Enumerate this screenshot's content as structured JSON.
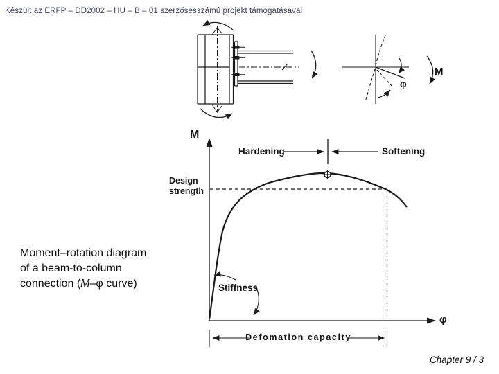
{
  "header": {
    "text": "Készült az ERFP – DD2002 – HU – B – 01 szerzősésszámú projekt támogatásával"
  },
  "sketch": {
    "moment_label": "M",
    "phi_label": "φ"
  },
  "diagram": {
    "y_axis_label": "M",
    "x_axis_label": "φ",
    "hardening_label": "Hardening",
    "softening_label": "Softening",
    "design_strength_label": "Design\nstrength",
    "stiffness_label": "Stiffness",
    "deformation_capacity_label": "Defomation  capacity"
  },
  "caption": {
    "line1": "Moment–rotation diagram",
    "line2": "of a beam-to-column",
    "line3_pre": "connection (",
    "line3_m": "M",
    "line3_post": "–φ curve)"
  },
  "footer": {
    "chapter": "Chapter 9 / 3"
  },
  "colors": {
    "header_text": "#3f3f5f",
    "ink": "#1a1a1a",
    "background": "#ffffff"
  }
}
